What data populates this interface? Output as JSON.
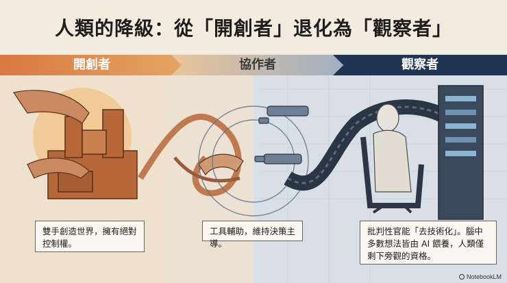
{
  "title": "人類的降級：從「開創者」退化為「觀察者」",
  "stages": [
    {
      "label": "開創者"
    },
    {
      "label": "協作者"
    },
    {
      "label": "觀察者"
    }
  ],
  "captions": {
    "creator": "雙手創造世界，擁有絕對控制權。",
    "collaborator": "工具輔助，維持決策主導。",
    "observer": "批判性官能「去技術化」。腦中多數想法皆由 AI 餵養，人類僅剩下旁觀的資格。"
  },
  "footer": {
    "brand": "NotebookLM"
  },
  "colors": {
    "creator": "#d9793f",
    "collaborator": "#c9a27a",
    "observer": "#1f3553"
  }
}
